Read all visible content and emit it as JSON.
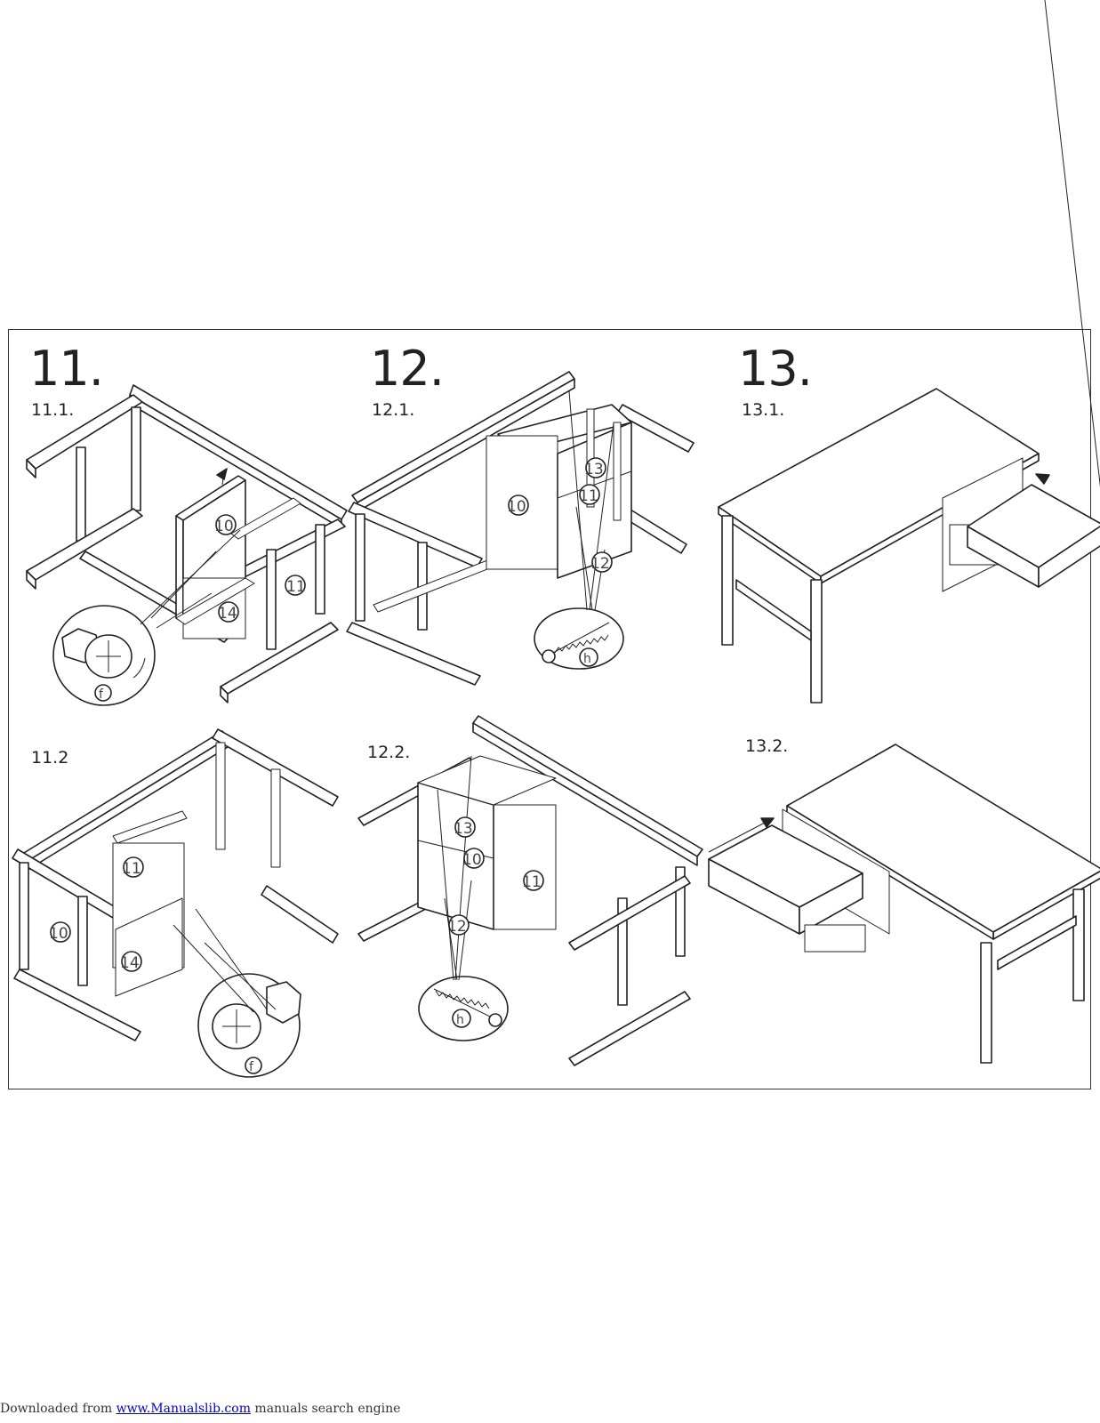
{
  "steps": {
    "s11": {
      "title": "11.",
      "sub1": "11.1.",
      "sub2": "11.2"
    },
    "s12": {
      "title": "12.",
      "sub1": "12.1.",
      "sub2": "12.2."
    },
    "s13": {
      "title": "13.",
      "sub1": "13.1.",
      "sub2": "13.2."
    }
  },
  "parts": {
    "p10": "10",
    "p11": "11",
    "p12": "12",
    "p13": "13",
    "p14": "14",
    "hw_f": "f",
    "hw_h": "h"
  },
  "footer": {
    "prefix": "Downloaded from ",
    "link": "www.Manualslib.com",
    "suffix": "  manuals search engine"
  }
}
